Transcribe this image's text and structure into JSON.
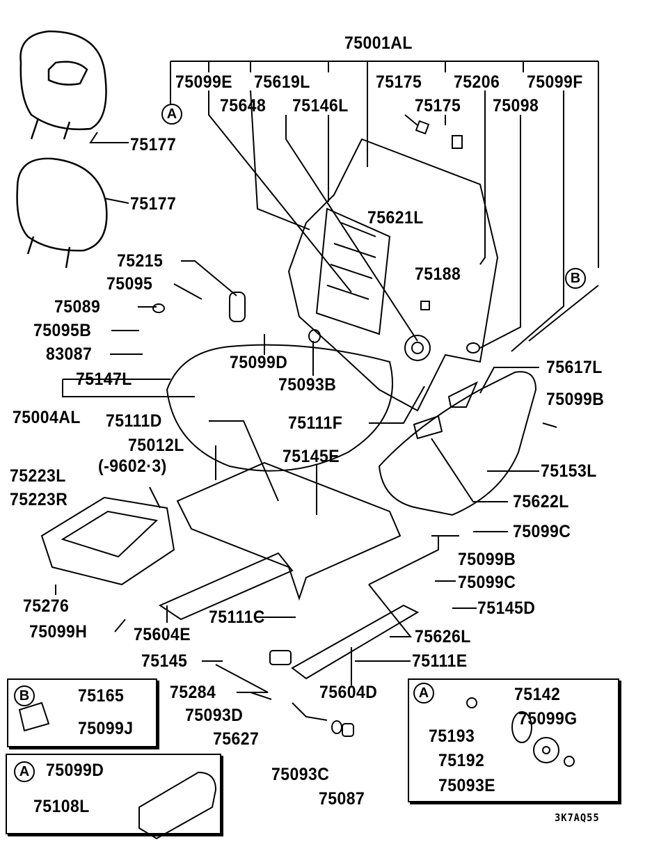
{
  "diagram": {
    "callouts": [
      "A",
      "B",
      "B",
      "A",
      "A"
    ],
    "part_labels": [
      "75001AL",
      "75099E",
      "75619L",
      "75175",
      "75206",
      "75099F",
      "75648",
      "75146L",
      "75175",
      "75098",
      "75177",
      "75177",
      "75621L",
      "75215",
      "75188",
      "75095",
      "75089",
      "75095B",
      "83087",
      "75099D",
      "75617L",
      "75093B",
      "75147L",
      "75099B",
      "75004AL",
      "75111D",
      "75111F",
      "75012L",
      "75145E",
      "(-9602·3)",
      "75153L",
      "75223L",
      "75223R",
      "75622L",
      "75099C",
      "75099B",
      "75099C",
      "75276",
      "75145D",
      "75111C",
      "75099H",
      "75604E",
      "75626L",
      "75145",
      "75111E",
      "75284",
      "75604D",
      "75165",
      "75099J",
      "75099D",
      "75108L",
      "75093D",
      "75627",
      "75093C",
      "75087",
      "75142",
      "75099G",
      "75193",
      "75192",
      "75093E"
    ],
    "diagram_code": "3K7AQ55"
  }
}
